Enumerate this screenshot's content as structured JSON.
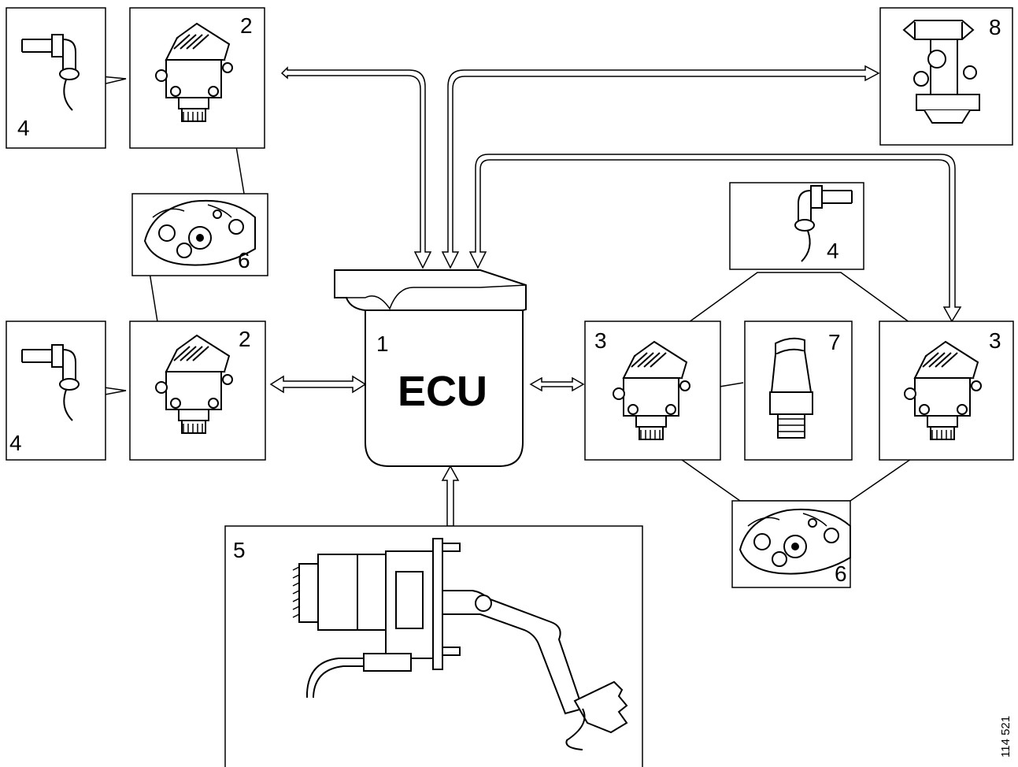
{
  "labels": {
    "ecu_number": "1",
    "ecu_text": "ECU",
    "modulator_front_top": "2",
    "modulator_front_bottom": "2",
    "modulator_rear_left": "3",
    "modulator_rear_right": "3",
    "sensor_top_left": "4",
    "sensor_bottom_left": "4",
    "sensor_right": "4",
    "pedal": "5",
    "wheel_hub_left": "6",
    "wheel_hub_right": "6",
    "pressure_sensor": "7",
    "trailer_valve": "8"
  },
  "figure_number": "114 521",
  "icons": {
    "ecu": "ecu-control-unit-icon",
    "modulator": "pressure-modulator-valve-icon",
    "sensor": "wheel-speed-sensor-icon",
    "hub": "wheel-hub-icon",
    "pressure_sensor": "pressure-sensor-icon",
    "trailer_valve": "trailer-control-valve-icon",
    "pedal": "brake-pedal-unit-icon"
  }
}
